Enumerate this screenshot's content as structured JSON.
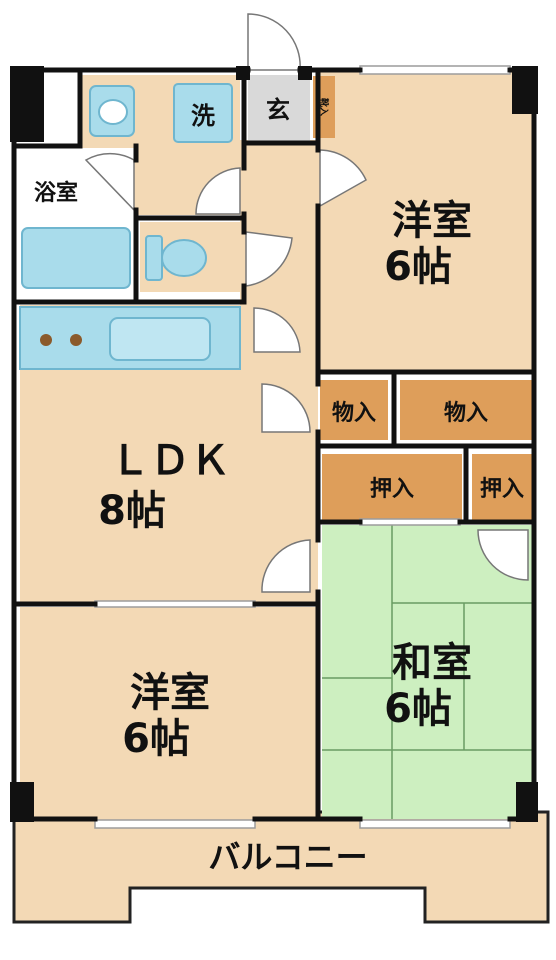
{
  "colors": {
    "room_fill": "#F3D9B5",
    "washitsu_fill": "#CDEFC0",
    "storage_fill": "#DE9E5A",
    "fixture_fill": "#A9DCEB",
    "fixture_stroke": "#6FB6CF",
    "wall": "#111111",
    "grey_floor": "#D9D9D9",
    "window": "#9C9C9C"
  },
  "rooms": {
    "western_1": {
      "name": "洋室",
      "size": "6帖"
    },
    "ldk": {
      "name": "ＬＤＫ",
      "size": "8帖"
    },
    "western_2": {
      "name": "洋室",
      "size": "6帖"
    },
    "japanese": {
      "name": "和室",
      "size": "6帖"
    },
    "bath": {
      "name": "浴室"
    },
    "wash": {
      "name": "洗"
    },
    "genkan": {
      "name": "玄"
    },
    "shoe_closet": {
      "name": "靴入"
    },
    "storage_1": {
      "name": "物入"
    },
    "storage_2": {
      "name": "物入"
    },
    "closet_1": {
      "name": "押入"
    },
    "closet_2": {
      "name": "押入"
    },
    "balcony": {
      "name": "バルコニー"
    }
  }
}
